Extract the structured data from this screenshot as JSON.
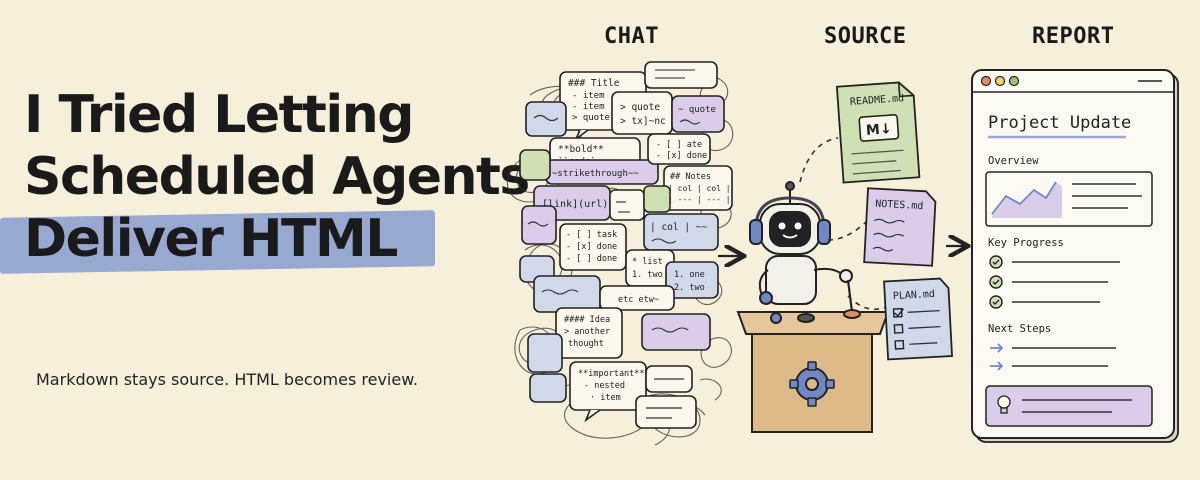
{
  "headline": {
    "line1": "I Tried Letting",
    "line2": "Scheduled Agents",
    "line3": "Deliver HTML"
  },
  "subtitle": "Markdown stays source. HTML becomes review.",
  "columns": {
    "chat": "CHAT",
    "source": "SOURCE",
    "report": "REPORT"
  },
  "chat_bubbles": {
    "title_lines": [
      "### Title",
      "- item",
      "- item",
      "> quote"
    ],
    "quote_lines": [
      "> quote",
      "> tx]~nc"
    ],
    "quote2": "~ quote",
    "bold_lines": [
      "**bold**",
      "``code`",
      "~strikethrough~~"
    ],
    "done_lines": [
      "- [ ] ate",
      "- [x] done"
    ],
    "notes_lines": [
      "## Notes",
      "| col | col |",
      "| --- | --- |"
    ],
    "link": "[link](url)",
    "col": "| col | ~~",
    "task_lines": [
      "- [ ] task",
      "- [x] done",
      "- [ ] done"
    ],
    "list_lines": [
      "* list",
      "1. two"
    ],
    "one_two_lines": [
      "1. one",
      "2. two"
    ],
    "etc": "etc etw~",
    "idea_lines": [
      "#### Idea",
      "> another",
      "thought"
    ],
    "important_lines": [
      "**important**",
      "- nested",
      "· item"
    ]
  },
  "source_files": {
    "readme": "README.md",
    "readme_icon": "M↓",
    "notes": "NOTES.md",
    "plan": "PLAN.md"
  },
  "report": {
    "title": "Project Update",
    "overview": "Overview",
    "key_progress": "Key Progress",
    "next_steps": "Next Steps"
  },
  "colors": {
    "background": "#f6efd9",
    "highlight": "#97a9d1",
    "purple": "#d9cdea",
    "blue": "#cfd9ea",
    "green": "#cfe0b4"
  }
}
